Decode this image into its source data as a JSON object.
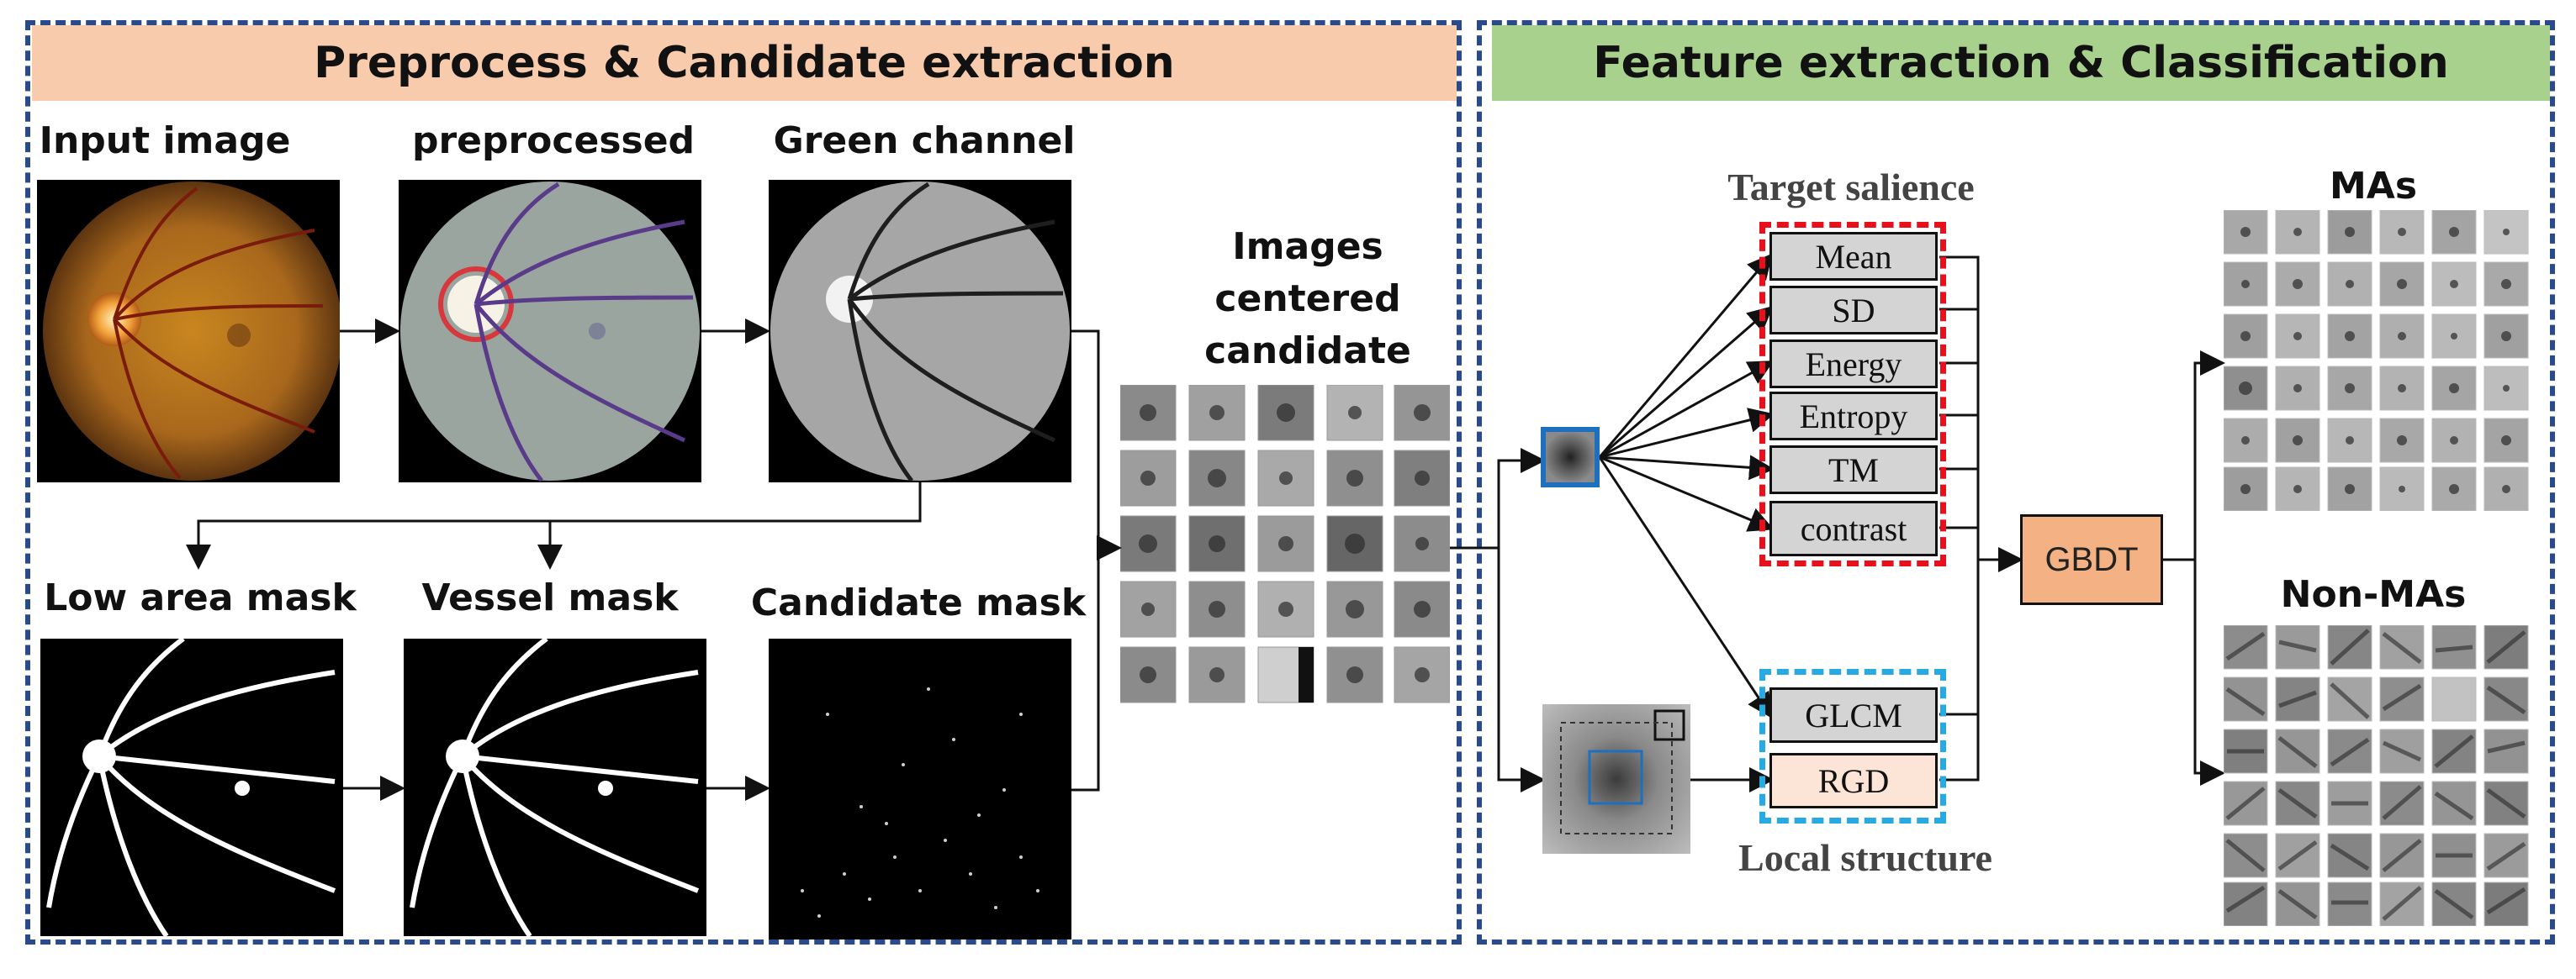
{
  "left_panel": {
    "banner": "Preprocess & Candidate extraction",
    "banner_color": "#f8cbad",
    "stages": {
      "input": "Input image",
      "preprocessed": "preprocessed",
      "green": "Green channel",
      "low_area": "Low area mask",
      "vessel": "Vessel mask",
      "candidate": "Candidate mask"
    },
    "centered_title": [
      "Images",
      "centered",
      "candidate"
    ]
  },
  "right_panel": {
    "banner": "Feature extraction & Classification",
    "banner_color": "#a9d18e",
    "target_salience": {
      "title": "Target salience",
      "features": [
        "Mean",
        "SD",
        "Energy",
        "Entropy",
        "TM",
        "contrast"
      ],
      "border_color": "#e8111b"
    },
    "local_structure": {
      "title": "Local structure",
      "features": [
        "GLCM",
        "RGD"
      ],
      "border_color": "#27a9e1"
    },
    "classifier": "GBDT",
    "outputs": {
      "positive": "MAs",
      "negative": "Non-MAs"
    }
  },
  "colors": {
    "panel_border": "#2b4a8a",
    "gbdt_fill": "#f4b183",
    "rgd_fill": "#fce4d6"
  }
}
